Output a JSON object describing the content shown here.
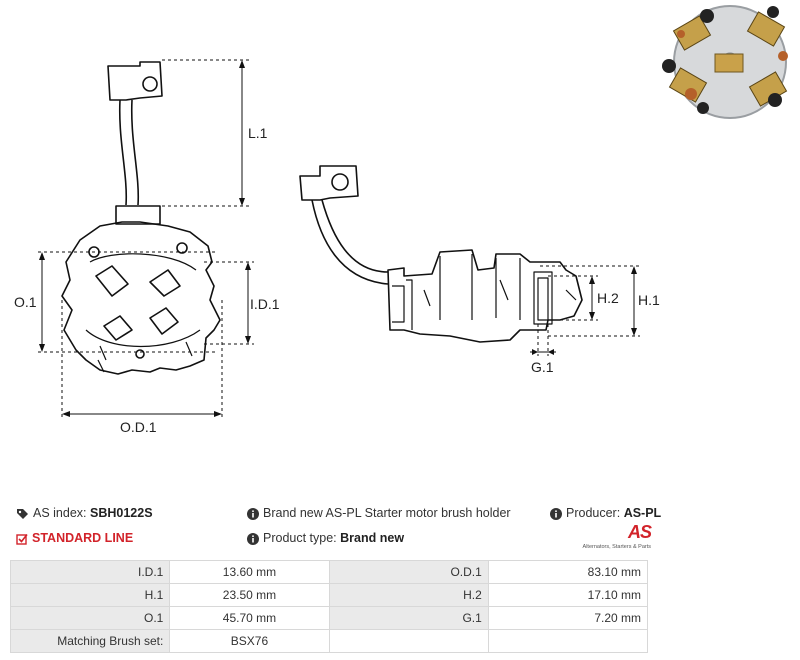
{
  "dimensions": {
    "l1": "L.1",
    "o1": "O.1",
    "id1": "I.D.1",
    "od1": "O.D.1",
    "h2": "H.2",
    "h1": "H.1",
    "g1": "G.1"
  },
  "info": {
    "as_index_label": "AS index:",
    "as_index_value": "SBH0122S",
    "standard_line": "STANDARD LINE",
    "description": "Brand new AS-PL Starter motor brush holder",
    "product_type_label": "Product type:",
    "product_type_value": "Brand new",
    "producer_label": "Producer:",
    "producer_value": "AS-PL"
  },
  "logo": {
    "mark": "AS",
    "tagline": "Alternators, Starters & Parts"
  },
  "specs": [
    [
      "I.D.1",
      "13.60 mm",
      "O.D.1",
      "83.10 mm"
    ],
    [
      "H.1",
      "23.50 mm",
      "H.2",
      "17.10 mm"
    ],
    [
      "O.1",
      "45.70 mm",
      "G.1",
      "7.20 mm"
    ],
    [
      "Matching Brush set:",
      "BSX76",
      "",
      ""
    ]
  ],
  "colors": {
    "accent_red": "#d2232a",
    "label_bg": "#eaeaea",
    "border": "#d8d8d8"
  }
}
